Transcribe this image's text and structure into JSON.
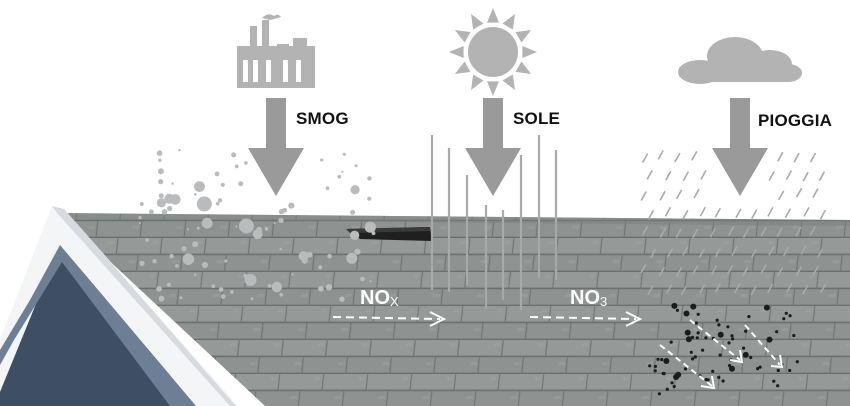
{
  "labels": {
    "smog": "SMOG",
    "sun": "SOLE",
    "rain": "PIOGGIA"
  },
  "chemistry": {
    "nox_main": "NO",
    "nox_sub": "X",
    "no3_main": "NO",
    "no3_sub": "3"
  },
  "icons": {
    "factory": "factory-icon",
    "sun": "sun-icon",
    "cloud": "cloud-icon"
  },
  "colors": {
    "roof": "#8f9391",
    "shingle_line": "#6f7371",
    "arrow": "#9a9a9a",
    "icon": "#b3b3b3",
    "trim": "#f4f6f8",
    "fascia": "#5b6d82"
  }
}
